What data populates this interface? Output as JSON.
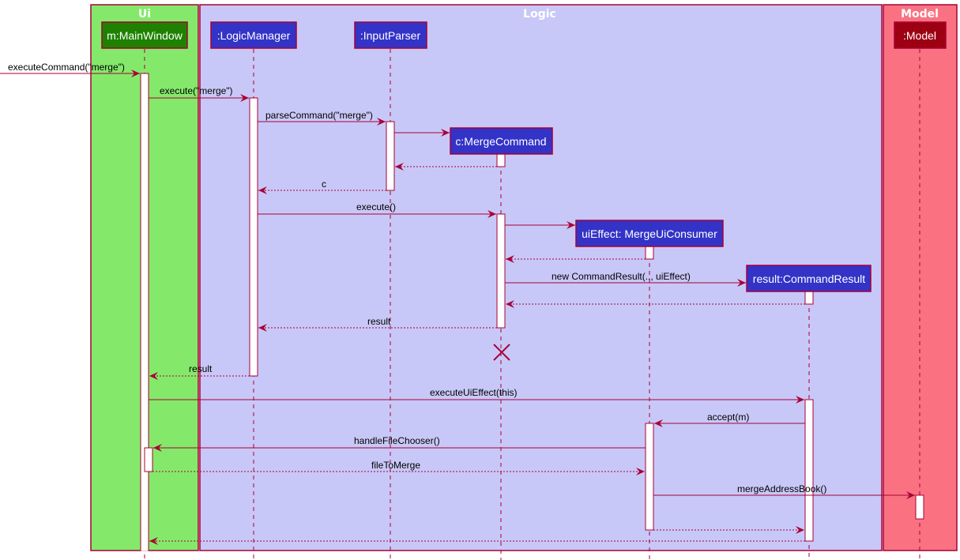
{
  "diagram": {
    "type": "sequence",
    "colors": {
      "line": "#A80036",
      "ui_box": "#84E96B",
      "logic_box": "#C8C8F8",
      "model_box": "#FA7282",
      "ui_participant": "#1E8200",
      "logic_participant": "#3333C8",
      "model_participant": "#9D0012",
      "activation": "#FFFFFF"
    },
    "boxes": [
      {
        "id": "ui",
        "title": "Ui"
      },
      {
        "id": "logic",
        "title": "Logic"
      },
      {
        "id": "model",
        "title": "Model"
      }
    ],
    "participants": [
      {
        "id": "mw",
        "label": "m:MainWindow",
        "box": "ui"
      },
      {
        "id": "lm",
        "label": ":LogicManager",
        "box": "logic"
      },
      {
        "id": "ip",
        "label": ":InputParser",
        "box": "logic"
      },
      {
        "id": "mc",
        "label": "c:MergeCommand",
        "box": "logic",
        "created": true,
        "destroyed": true
      },
      {
        "id": "uc",
        "label": "uiEffect: MergeUiConsumer",
        "box": "logic",
        "created": true
      },
      {
        "id": "cr",
        "label": "result:CommandResult",
        "box": "logic",
        "created": true
      },
      {
        "id": "md",
        "label": ":Model",
        "box": "model"
      }
    ],
    "messages": [
      {
        "from": "external",
        "to": "mw",
        "label": "executeCommand(\"merge\")",
        "kind": "sync"
      },
      {
        "from": "mw",
        "to": "lm",
        "label": "execute(\"merge\")",
        "kind": "sync"
      },
      {
        "from": "lm",
        "to": "ip",
        "label": "parseCommand(\"merge\")",
        "kind": "sync"
      },
      {
        "from": "ip",
        "to": "mc",
        "label": "",
        "kind": "create"
      },
      {
        "from": "mc",
        "to": "ip",
        "label": "",
        "kind": "return"
      },
      {
        "from": "ip",
        "to": "lm",
        "label": "c",
        "kind": "return"
      },
      {
        "from": "lm",
        "to": "mc",
        "label": "execute()",
        "kind": "sync"
      },
      {
        "from": "mc",
        "to": "uc",
        "label": "",
        "kind": "create"
      },
      {
        "from": "uc",
        "to": "mc",
        "label": "",
        "kind": "return"
      },
      {
        "from": "mc",
        "to": "cr",
        "label": "new CommandResult(.., uiEffect)",
        "kind": "create"
      },
      {
        "from": "cr",
        "to": "mc",
        "label": "",
        "kind": "return"
      },
      {
        "from": "mc",
        "to": "lm",
        "label": "result",
        "kind": "return"
      },
      {
        "from": "lm",
        "to": "mw",
        "label": "result",
        "kind": "return"
      },
      {
        "from": "mw",
        "to": "cr",
        "label": "executeUiEffect(this)",
        "kind": "sync"
      },
      {
        "from": "cr",
        "to": "uc",
        "label": "accept(m)",
        "kind": "sync"
      },
      {
        "from": "uc",
        "to": "mw",
        "label": "handleFileChooser()",
        "kind": "sync"
      },
      {
        "from": "mw",
        "to": "uc",
        "label": "fileToMerge",
        "kind": "return"
      },
      {
        "from": "uc",
        "to": "md",
        "label": "mergeAddressBook()",
        "kind": "sync"
      },
      {
        "from": "uc",
        "to": "cr",
        "label": "",
        "kind": "return"
      },
      {
        "from": "cr",
        "to": "mw",
        "label": "",
        "kind": "return"
      }
    ]
  }
}
